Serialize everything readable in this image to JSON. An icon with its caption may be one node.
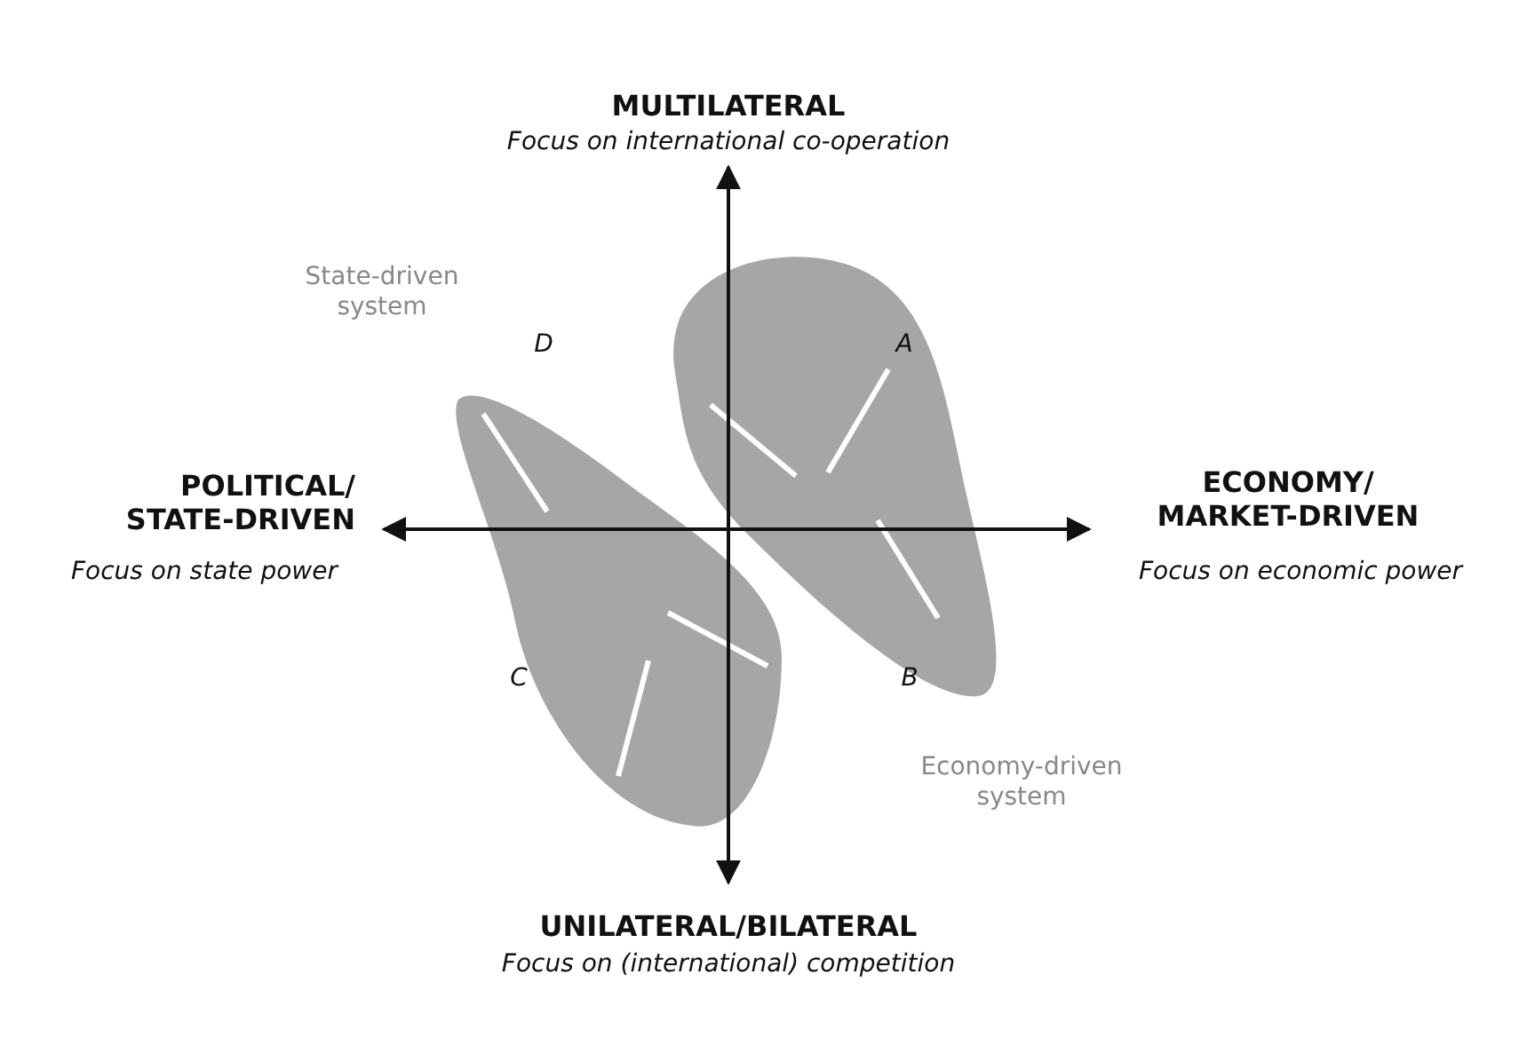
{
  "diagram": {
    "labels": [
      "MULTILATERAL",
      "Focus on international co-operation",
      "State-driven system",
      "D",
      "A",
      "POLITICAL/ STATE-DRIVEN",
      "Focus on state power",
      "ECONOMY/ MARKET-DRIVEN",
      "Focus on economic power",
      "C",
      "B",
      "Economy-driven system",
      "UNILATERAL/BILATERAL",
      "Focus on (international) competition"
    ]
  }
}
